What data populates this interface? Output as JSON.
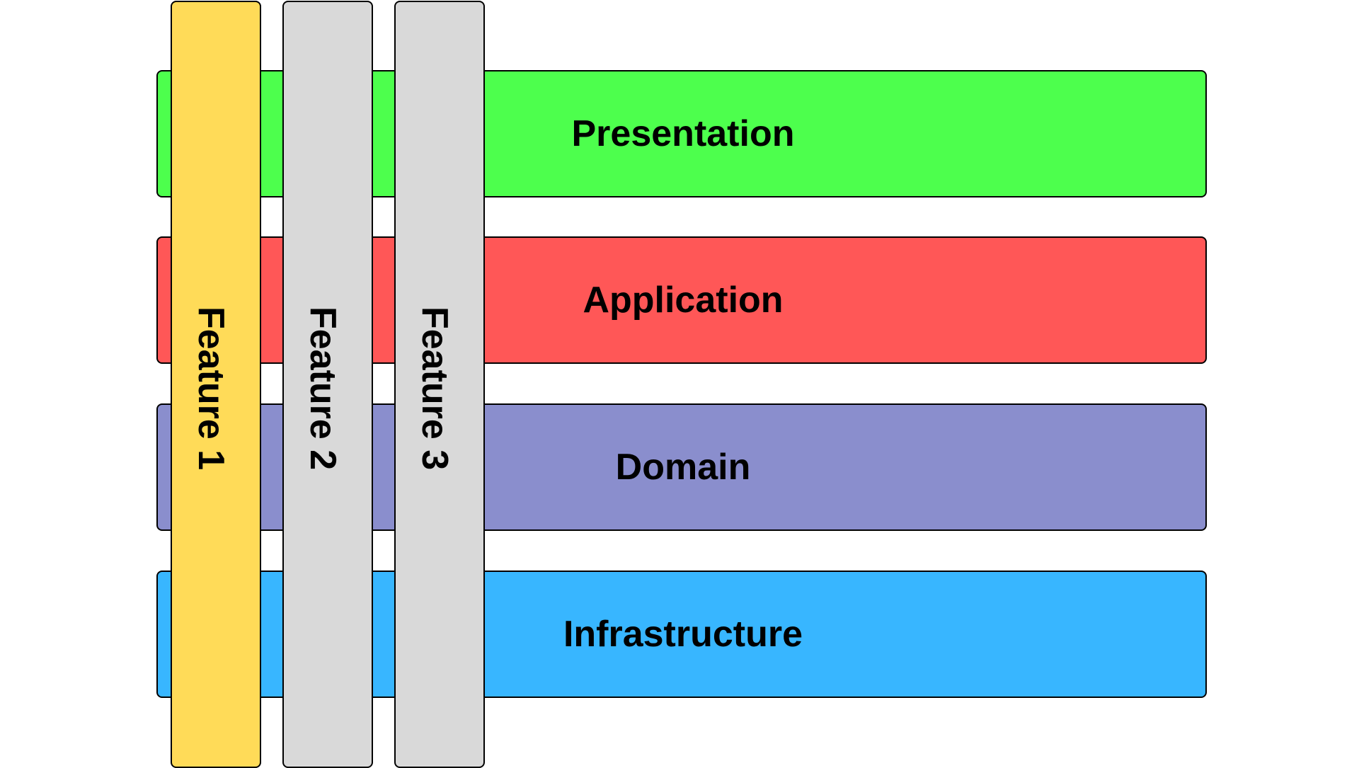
{
  "layers": [
    {
      "label": "Presentation",
      "color": "#4dff4d"
    },
    {
      "label": "Application",
      "color": "#ff5757"
    },
    {
      "label": "Domain",
      "color": "#8a8ecd"
    },
    {
      "label": "Infrastructure",
      "color": "#38b6ff"
    }
  ],
  "features": [
    {
      "label": "Feature 1",
      "color": "#ffdb58"
    },
    {
      "label": "Feature 2",
      "color": "#d9d9d9"
    },
    {
      "label": "Feature 3",
      "color": "#d9d9d9"
    }
  ]
}
